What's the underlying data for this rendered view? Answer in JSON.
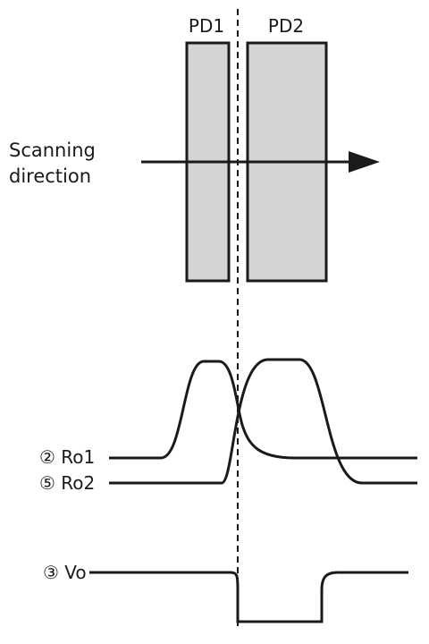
{
  "photodiodes": {
    "pd1_label": "PD1",
    "pd2_label": "PD2",
    "fill_color": "#d4d4d4",
    "stroke_color": "#1a1a1a"
  },
  "scan": {
    "label_line1": "Scanning",
    "label_line2": "direction"
  },
  "signals": {
    "ro1_label": "② Ro1",
    "ro2_label": "⑤ Ro2",
    "vo_label": "③ Vo"
  }
}
